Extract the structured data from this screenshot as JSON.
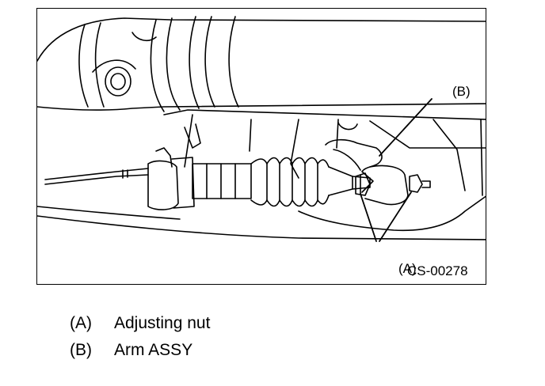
{
  "figure": {
    "code": "CS-00278",
    "callouts": {
      "a": "(A)",
      "b": "(B)"
    }
  },
  "legend": [
    {
      "key": "(A)",
      "label": "Adjusting nut"
    },
    {
      "key": "(B)",
      "label": "Arm ASSY"
    }
  ]
}
